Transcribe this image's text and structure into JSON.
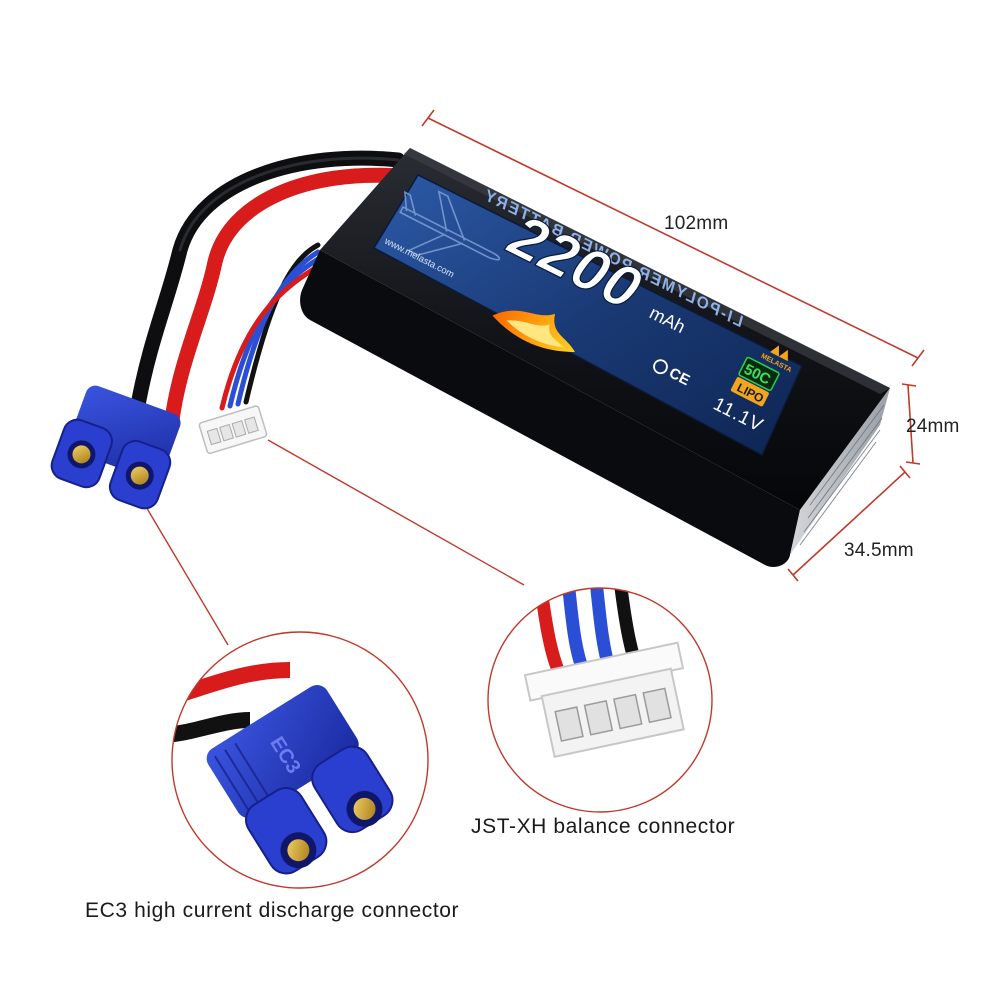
{
  "dimensions": {
    "length": "102mm",
    "height": "24mm",
    "width": "34.5mm"
  },
  "label": {
    "product_line": "LI-POLYMER POWER BATTERY",
    "capacity": "2200",
    "capacity_unit": "mAh",
    "discharge_rate": "50C",
    "chemistry": "LIPO",
    "voltage": "11.1V",
    "website": "www.melasta.com",
    "brand": "MELASTA",
    "certification_marks": "CE"
  },
  "connector_markings": {
    "ec3_body": "EC3"
  },
  "callouts": {
    "balance_connector": "JST-XH balance connector",
    "discharge_connector": "EC3 high current discharge connector"
  },
  "colors": {
    "dimension_line": "#c0392b",
    "callout_line": "#c0392b",
    "battery_body": "#15171c",
    "label_blue": "#1d3f7a",
    "connector_blue": "#2437c2",
    "wire_red": "#d81b1b",
    "wire_black": "#111111",
    "wire_blue": "#2a4fd4",
    "balance_plug": "#f4f4f4"
  }
}
